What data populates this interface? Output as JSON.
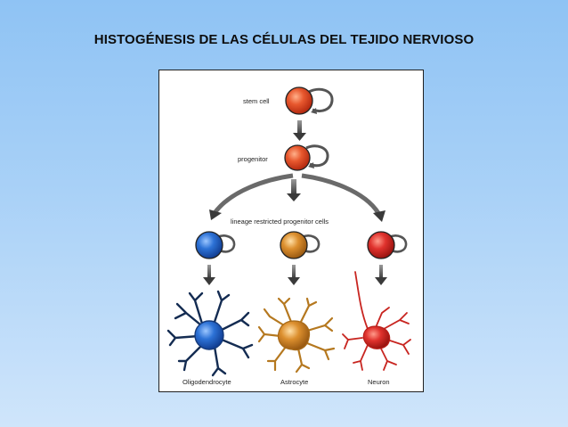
{
  "title": "HISTOGÉNESIS DE LAS CÉLULAS DEL TEJIDO NERVIOSO",
  "diagram": {
    "stem_cell_label": "stem cell",
    "progenitor_label": "progenitor",
    "lineage_label": "lineage restricted progenitor cells",
    "oligodendrocyte_label": "Oligodendrocyte",
    "astrocyte_label": "Astrocyte",
    "neuron_label": "Neuron"
  },
  "colors": {
    "stem_cell": "#e2512a",
    "progenitor": "#e2512a",
    "oligo_progenitor": "#2d72d6",
    "astro_progenitor": "#d88a2a",
    "neuron_progenitor": "#e0322d",
    "oligodendrocyte": "#2a6fd3",
    "astrocyte": "#e4a43a",
    "neuron": "#e33026"
  }
}
